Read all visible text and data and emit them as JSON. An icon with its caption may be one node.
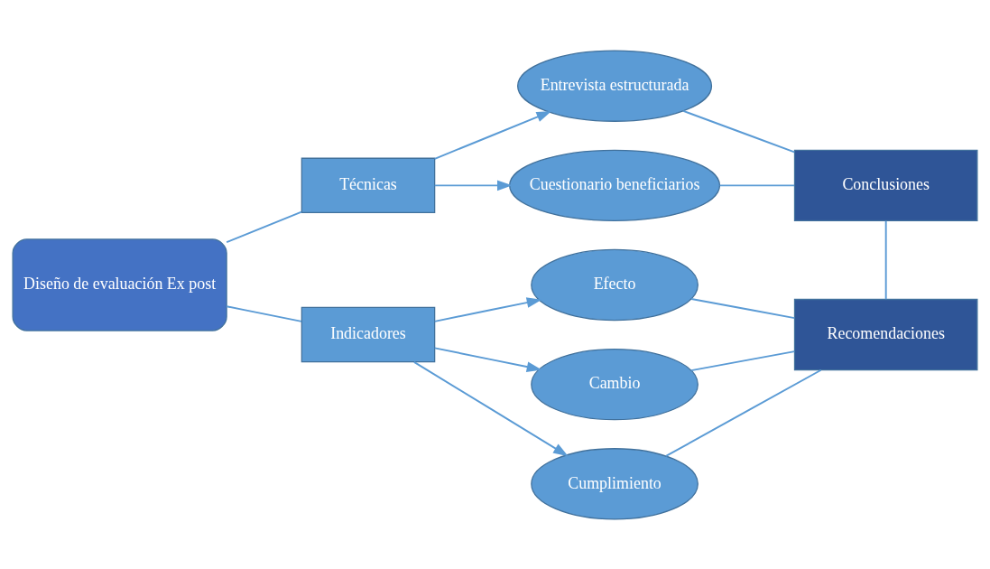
{
  "diagram": {
    "nodes": [
      {
        "text": [
          "Diseño de evaluación Ex post"
        ]
      },
      {
        "text": [
          "Técnicas"
        ]
      },
      {
        "text": [
          "Indicadores"
        ]
      },
      {
        "text": [
          "Entrevista estructurada"
        ]
      },
      {
        "text": [
          "Cuestionario beneficiarios"
        ]
      },
      {
        "text": [
          "Efecto"
        ]
      },
      {
        "text": [
          "Cambio"
        ]
      },
      {
        "text": [
          "Cumplimiento"
        ]
      },
      {
        "text": [
          "Conclusiones"
        ]
      },
      {
        "text": [
          "Recomendaciones"
        ]
      }
    ],
    "edges": [
      {
        "from": 0,
        "to": 1,
        "arrow": "none"
      },
      {
        "from": 0,
        "to": 2,
        "arrow": "none"
      },
      {
        "from": 1,
        "to": 3,
        "arrow": "to"
      },
      {
        "from": 1,
        "to": 4,
        "arrow": "to"
      },
      {
        "from": 2,
        "to": 5,
        "arrow": "to"
      },
      {
        "from": 2,
        "to": 6,
        "arrow": "to"
      },
      {
        "from": 2,
        "to": 7,
        "arrow": "to"
      },
      {
        "from": 3,
        "to": 8,
        "arrow": "none"
      },
      {
        "from": 4,
        "to": 8,
        "arrow": "none"
      },
      {
        "from": 5,
        "to": 9,
        "arrow": "none"
      },
      {
        "from": 6,
        "to": 9,
        "arrow": "none"
      },
      {
        "from": 7,
        "to": 9,
        "arrow": "none"
      },
      {
        "from": 8,
        "to": 9,
        "arrow": "none"
      }
    ]
  }
}
